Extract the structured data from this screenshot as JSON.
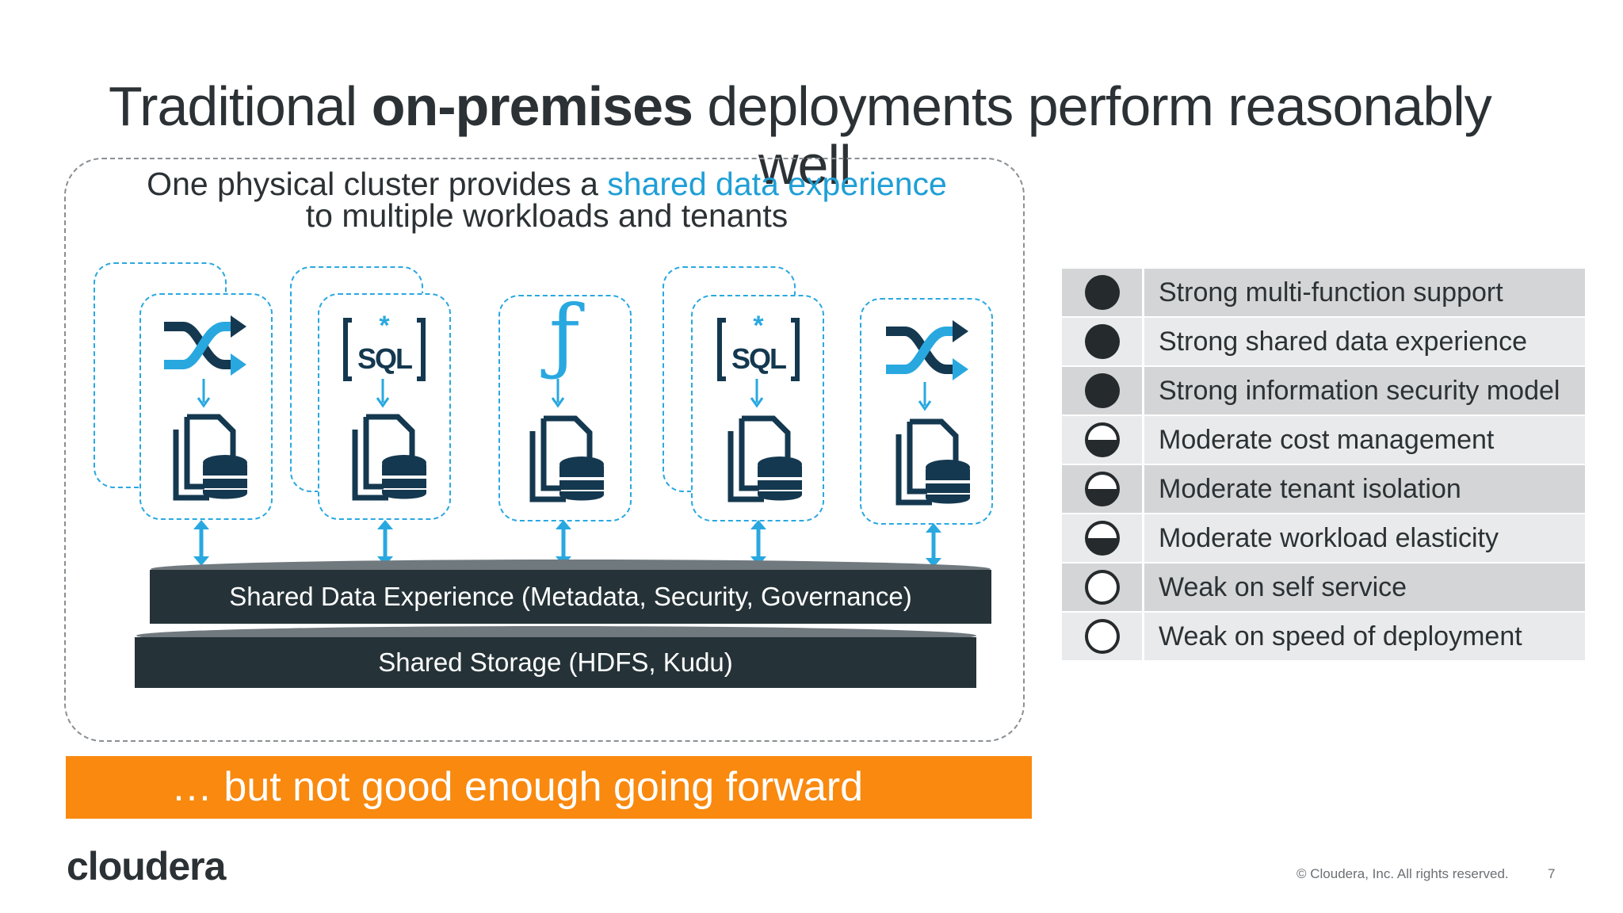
{
  "slide": {
    "title_pre": "Traditional ",
    "title_bold": "on-premises",
    "title_post": " deployments perform reasonably",
    "title_line2": "well"
  },
  "cluster": {
    "subtitle_pre": "One physical cluster provides a ",
    "subtitle_highlight": "shared data experience",
    "subtitle_line2": "to multiple workloads and tenants",
    "sql_label": "SQL",
    "function_glyph": "ƒ",
    "shared_data_layer": "Shared Data Experience (Metadata, Security, Governance)",
    "shared_storage_layer": "Shared Storage (HDFS, Kudu)",
    "workloads": [
      "shuffle-icon",
      "sql-icon",
      "function-icon",
      "sql-icon",
      "shuffle-icon"
    ]
  },
  "banner": {
    "text": "… but not good enough going forward"
  },
  "ratings": [
    {
      "label": "Strong multi-function support",
      "level": "full"
    },
    {
      "label": "Strong shared data experience",
      "level": "full"
    },
    {
      "label": "Strong information security model",
      "level": "full"
    },
    {
      "label": "Moderate cost management",
      "level": "half"
    },
    {
      "label": "Moderate tenant isolation",
      "level": "half"
    },
    {
      "label": "Moderate workload elasticity",
      "level": "half"
    },
    {
      "label": "Weak on self service",
      "level": "empty"
    },
    {
      "label": "Weak on speed of deployment",
      "level": "empty"
    }
  ],
  "footer": {
    "logo": "cloudera",
    "copyright": "© Cloudera, Inc. All rights reserved.",
    "page_number": "7"
  },
  "colors": {
    "accent_blue": "#29a8e0",
    "dark_navy": "#14384f",
    "banner_orange": "#f9890f",
    "layer_dark": "#253338"
  }
}
